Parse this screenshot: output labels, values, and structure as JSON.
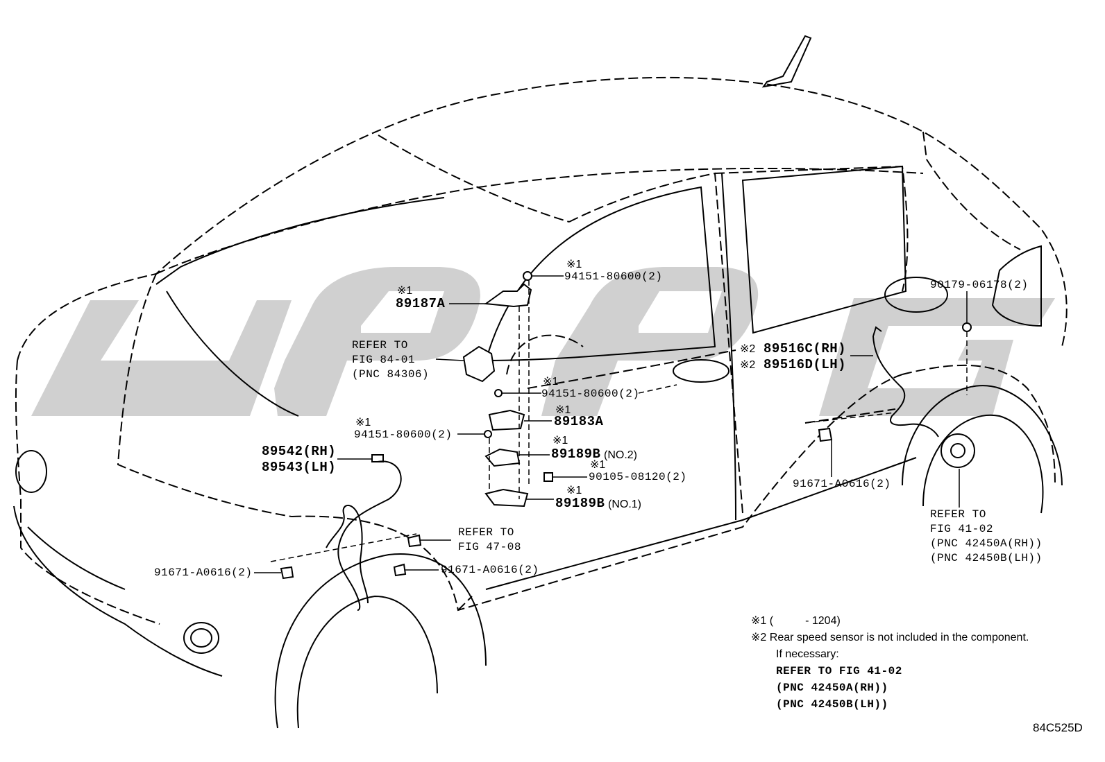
{
  "watermark": {
    "text": "L99G",
    "color": "#c8c8c8"
  },
  "figure_code": "84C525D",
  "labels": {
    "nut_top_mark": "※1",
    "nut_top": "94151-80600(2)",
    "bracket_a_mark": "※1",
    "bracket_a": "89187A",
    "refer_84_line1": "REFER TO",
    "refer_84_line2": "FIG 84-01",
    "refer_84_line3": "(PNC 84306)",
    "nut_mid_mark": "※1",
    "nut_mid": "94151-80600(2)",
    "computer_mark": "※1",
    "computer": "89183A",
    "nut_low_mark": "※1",
    "nut_low": "94151-80600(2)",
    "bracket_b2_mark": "※1",
    "bracket_b2": "89189B",
    "bracket_b2_suffix": "(NO.2)",
    "bolt_90105_mark": "※1",
    "bolt_90105": "90105-08120(2)",
    "bracket_b1_mark": "※1",
    "bracket_b1": "89189B",
    "bracket_b1_suffix": "(NO.1)",
    "front_sensor_rh": "89542(RH)",
    "front_sensor_lh": "89543(LH)",
    "refer_47_line1": "REFER TO",
    "refer_47_line2": "FIG 47-08",
    "bolt_front_left": "91671-A0616(2)",
    "bolt_front_mid": "91671-A0616(2)",
    "rear_sensor_rh_mark": "※2",
    "rear_sensor_rh": "89516C(RH)",
    "rear_sensor_lh_mark": "※2",
    "rear_sensor_lh": "89516D(LH)",
    "nut_rear": "90179-06178(2)",
    "bolt_rear": "91671-A0616(2)",
    "refer_41_line1": "REFER TO",
    "refer_41_line2": "FIG 41-02",
    "refer_41_line3": "(PNC 42450A(RH))",
    "refer_41_line4": "(PNC 42450B(LH))"
  },
  "notes": {
    "note1_mark": "※1",
    "note1_open": "(",
    "note1_close": "- 1204)",
    "note2_mark": "※2",
    "note2_text": "Rear speed sensor is not included in the component.",
    "note2_line2": "If necessary:",
    "note2_line3": "REFER TO FIG 41-02",
    "note2_line4": "(PNC 42450A(RH))",
    "note2_line5": "(PNC 42450B(LH))"
  }
}
